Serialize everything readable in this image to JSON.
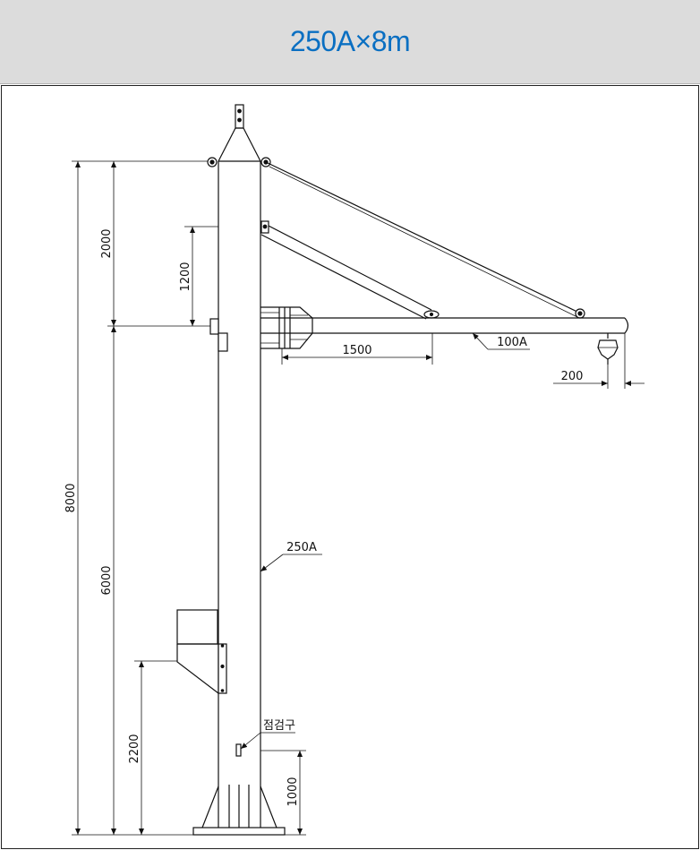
{
  "title": "250A×8m",
  "dimensions": {
    "total_height": "8000",
    "top_to_arm": "2000",
    "brace_drop": "1200",
    "mast_to_arm": "6000",
    "panel_height": "2200",
    "inspection_height": "1000",
    "brace_length": "1500",
    "hook_offset": "200"
  },
  "labels": {
    "arm_pipe": "100A",
    "mast_pipe": "250A",
    "inspection_port": "점검구"
  },
  "colors": {
    "title": "#0a6fc2",
    "header_bg": "#dcdcdc",
    "line": "#111111"
  }
}
